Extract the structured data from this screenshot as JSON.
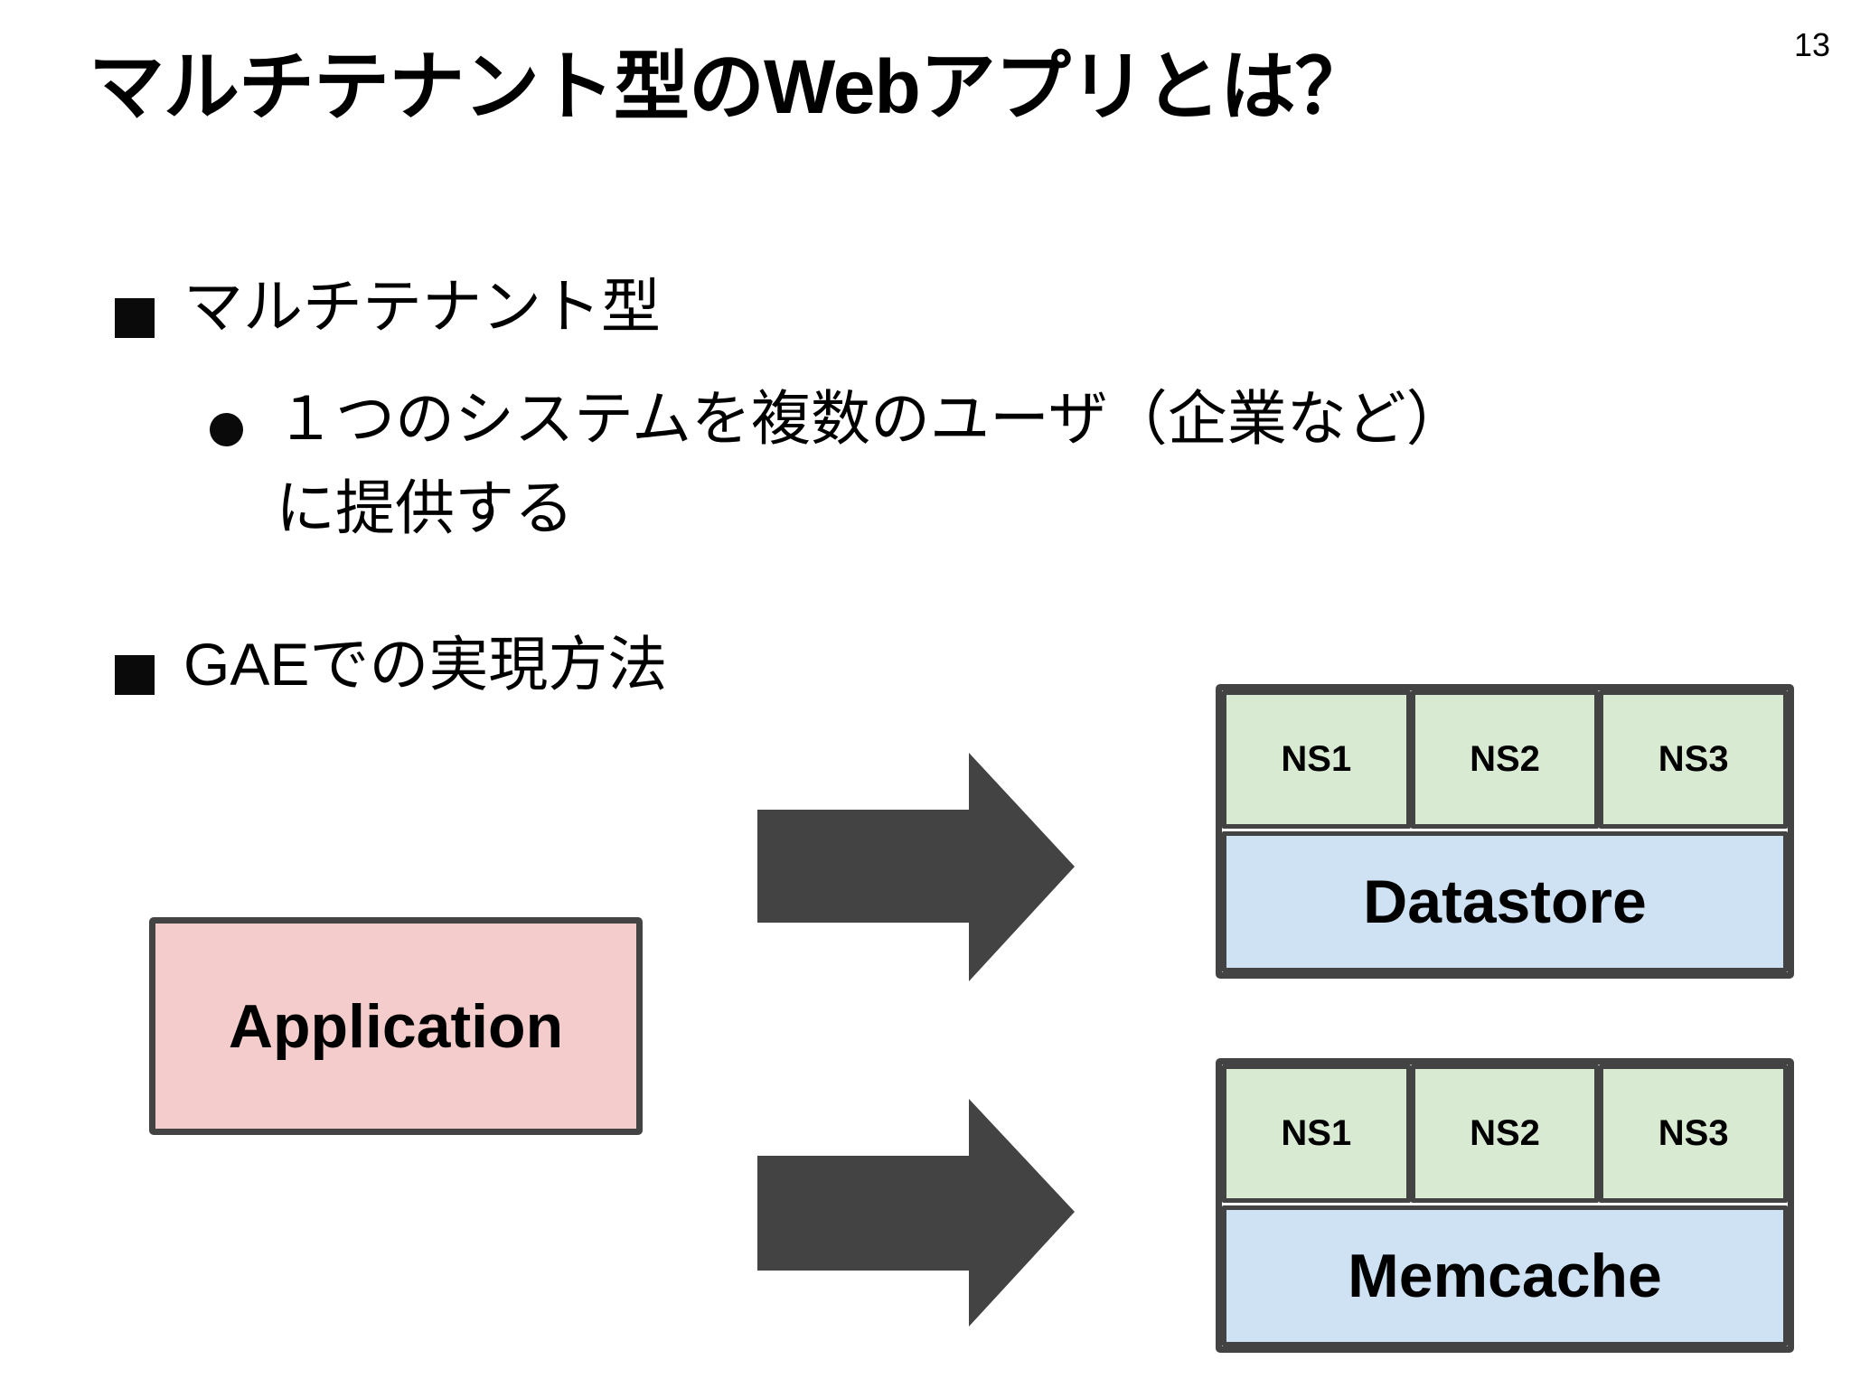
{
  "page_number": "13",
  "title": "マルチテナント型のWebアプリとは？",
  "bullets": {
    "item1": {
      "marker": "■",
      "text": "マルチテナント型"
    },
    "sub1": {
      "marker": "●",
      "line1": "１つのシステムを複数のユーザ（企業など）",
      "line2": "に提供する"
    },
    "item2": {
      "marker": "■",
      "text": "GAEでの実現方法"
    }
  },
  "diagram": {
    "application": {
      "label": "Application",
      "fill": "#f4cccc"
    },
    "datastore": {
      "label": "Datastore",
      "fill": "#cfe2f3",
      "ns_fill": "#d9ead3",
      "namespaces": [
        "NS1",
        "NS2",
        "NS3"
      ]
    },
    "memcache": {
      "label": "Memcache",
      "fill": "#cfe2f3",
      "ns_fill": "#d9ead3",
      "namespaces": [
        "NS1",
        "NS2",
        "NS3"
      ]
    },
    "arrow_color": "#434343",
    "border_color": "#434343",
    "text_color": "#000000"
  }
}
